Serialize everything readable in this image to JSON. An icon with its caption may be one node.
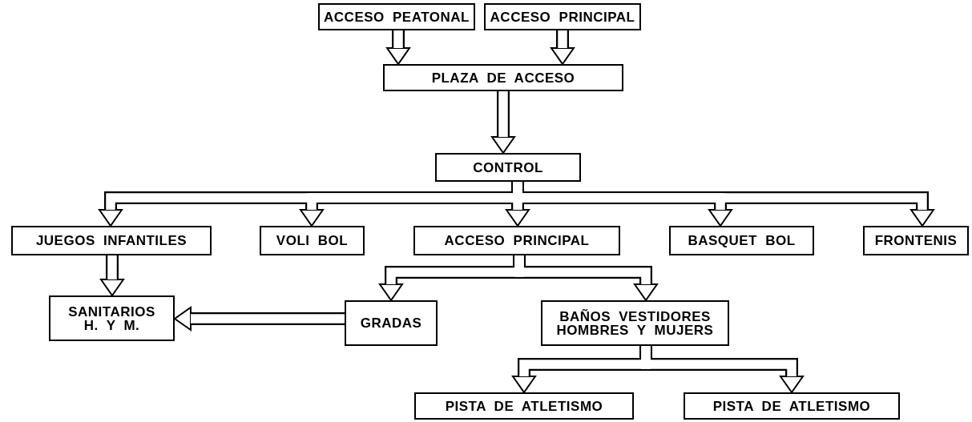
{
  "diagram": {
    "nodes": [
      {
        "text": [
          "ACCESO PEATONAL"
        ]
      },
      {
        "text": [
          "ACCESO PRINCIPAL"
        ]
      },
      {
        "text": [
          "PLAZA DE ACCESO"
        ]
      },
      {
        "text": [
          "CONTROL"
        ]
      },
      {
        "text": [
          "JUEGOS INFANTILES"
        ]
      },
      {
        "text": [
          "VOLI BOL"
        ]
      },
      {
        "text": [
          "ACCESO PRINCIPAL"
        ]
      },
      {
        "text": [
          "BASQUET BOL"
        ]
      },
      {
        "text": [
          "FRONTENIS"
        ]
      },
      {
        "text": [
          "SANITARIOS H. Y M."
        ]
      },
      {
        "text": [
          "GRADAS"
        ]
      },
      {
        "text": [
          "BAÑOS VESTIDORES HOMBRES Y MUJERS"
        ]
      },
      {
        "text": [
          "PISTA DE ATLETISMO"
        ]
      },
      {
        "text": [
          "PISTA DE ATLETISMO"
        ]
      }
    ],
    "edges": [
      {
        "from": 0,
        "to": 2,
        "arrow": "to"
      },
      {
        "from": 1,
        "to": 2,
        "arrow": "to"
      },
      {
        "from": 2,
        "to": 3,
        "arrow": "to"
      },
      {
        "from": 3,
        "to": 4,
        "arrow": "to"
      },
      {
        "from": 3,
        "to": 5,
        "arrow": "to"
      },
      {
        "from": 3,
        "to": 6,
        "arrow": "to"
      },
      {
        "from": 3,
        "to": 7,
        "arrow": "to"
      },
      {
        "from": 3,
        "to": 8,
        "arrow": "to"
      },
      {
        "from": 4,
        "to": 9,
        "arrow": "to"
      },
      {
        "from": 6,
        "to": 10,
        "arrow": "to"
      },
      {
        "from": 6,
        "to": 11,
        "arrow": "to"
      },
      {
        "from": 10,
        "to": 9,
        "arrow": "to"
      },
      {
        "from": 11,
        "to": 12,
        "arrow": "to"
      },
      {
        "from": 11,
        "to": 13,
        "arrow": "to"
      }
    ]
  }
}
